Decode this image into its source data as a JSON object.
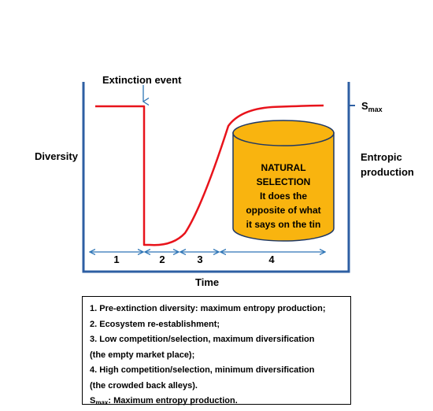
{
  "labels": {
    "extinction_event": "Extinction event",
    "diversity": "Diversity",
    "entropic_production_line1": "Entropic",
    "entropic_production_line2": "production",
    "smax_main": "S",
    "smax_sub": "max",
    "time": "Time"
  },
  "cylinder": {
    "lines": [
      "NATURAL",
      "SELECTION",
      "It does the",
      "opposite of what",
      "it says on the tin"
    ],
    "fill_color": "#f9b40f",
    "stroke_color": "#1f3864"
  },
  "phases": [
    "1",
    "2",
    "3",
    "4"
  ],
  "legend": {
    "items": [
      "1. Pre-extinction diversity: maximum entropy production;",
      "2. Ecosystem re-establishment;",
      "3. Low competition/selection, maximum diversification",
      "(the empty market place);",
      "4. High competition/selection, minimum diversification",
      "(the crowded back alleys)."
    ],
    "smax_main": "S",
    "smax_sub": "max",
    "smax_text": ": Maximum entropy production."
  },
  "colors": {
    "axis_blue": "#2e5fa3",
    "curve_red": "#e8131b",
    "arrow_blue": "#2e75b6"
  }
}
